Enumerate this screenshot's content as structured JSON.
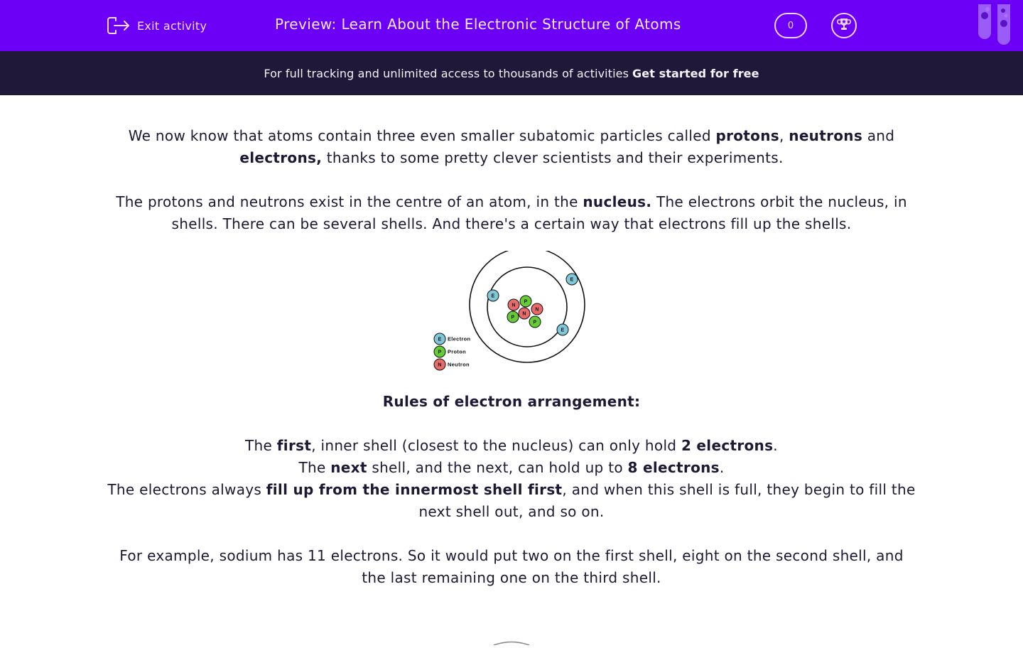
{
  "header": {
    "exit_label": "Exit activity",
    "title": "Preview: Learn About the Electronic Structure of Atoms",
    "score": "0",
    "icons": {
      "exit": "exit-icon",
      "trophy": "trophy-icon",
      "logo": "test-tubes-logo"
    },
    "bg_color": "#6c00f7"
  },
  "promo": {
    "text": "For full tracking and unlimited access to thousands of activities",
    "cta": "Get started for free",
    "bg_color": "#201838"
  },
  "content": {
    "p1": {
      "a": "We now know that atoms contain three even smaller subatomic particles called ",
      "b": "protons",
      "c": ", ",
      "d": "neutrons",
      "e": " and ",
      "f": "electrons,",
      "g": " thanks to some pretty clever scientists and their experiments."
    },
    "p2": {
      "a": "The protons and neutrons exist in the centre of an atom, in the ",
      "b": "nucleus.",
      "c": " The electrons orbit the nucleus, in shells. There can be several shells. And there's a certain way that electrons fill up the shells."
    },
    "diagram": {
      "legend": [
        {
          "symbol": "E",
          "label": "Electron",
          "color": "#7fc7d9"
        },
        {
          "symbol": "P",
          "label": "Proton",
          "color": "#66cc33"
        },
        {
          "symbol": "N",
          "label": "Neutron",
          "color": "#e86b6b"
        }
      ],
      "electron": "E",
      "proton": "P",
      "neutron": "N"
    },
    "rules_heading": "Rules of electron arrangement:",
    "r1": {
      "a": "The ",
      "b": "first",
      "c": ", inner shell (closest to the nucleus) can only hold ",
      "d": "2 electrons",
      "e": "."
    },
    "r2": {
      "a": "The ",
      "b": "next",
      "c": " shell, and the next, can hold up to ",
      "d": "8 electrons",
      "e": "."
    },
    "r3": {
      "a": "The electrons always ",
      "b": "fill up from the innermost shell first",
      "c": ", and when this shell is full, they begin to fill the next shell out, and so on."
    },
    "p_example": "For example, sodium has 11 electrons. So it would put two on the first shell, eight on the second shell, and the last remaining one on the third shell."
  }
}
